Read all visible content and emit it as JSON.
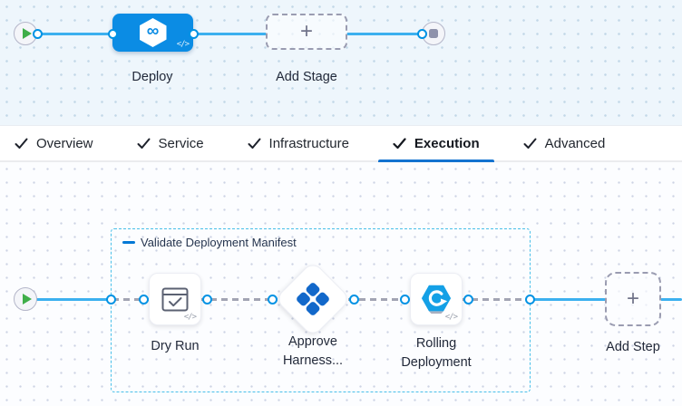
{
  "stage_graph": {
    "stage_label": "Deploy",
    "add_stage_label": "Add Stage"
  },
  "tab_bar": {
    "tabs": [
      {
        "label": "Overview",
        "checked": true,
        "active": false
      },
      {
        "label": "Service",
        "checked": true,
        "active": false
      },
      {
        "label": "Infrastructure",
        "checked": true,
        "active": false
      },
      {
        "label": "Execution",
        "checked": true,
        "active": true
      },
      {
        "label": "Advanced",
        "checked": true,
        "active": false
      }
    ]
  },
  "execution_graph": {
    "group_label": "Validate Deployment Manifest",
    "steps": [
      {
        "label": "Dry Run",
        "type": "dry-run"
      },
      {
        "label": "Approve Harness...",
        "type": "harness-approval"
      },
      {
        "label": "Rolling Deployment",
        "type": "rolling-deployment"
      }
    ],
    "add_step_label": "Add Step"
  },
  "icons": {
    "plus": "+",
    "code": "</>",
    "infinity": "∞"
  },
  "colors": {
    "stage_blue": "#0b8ce4",
    "line_blue": "#3cb0ef",
    "port_blue": "#0092e4",
    "tab_underline_blue": "#1373d0",
    "group_dash_cyan": "#48bfe9",
    "approve_blue": "#1268ca",
    "rolling_blue": "#14a0e6",
    "play_green": "#3fae49",
    "top_bg": "#eef6fc",
    "exec_bg": "#fcfdff"
  }
}
